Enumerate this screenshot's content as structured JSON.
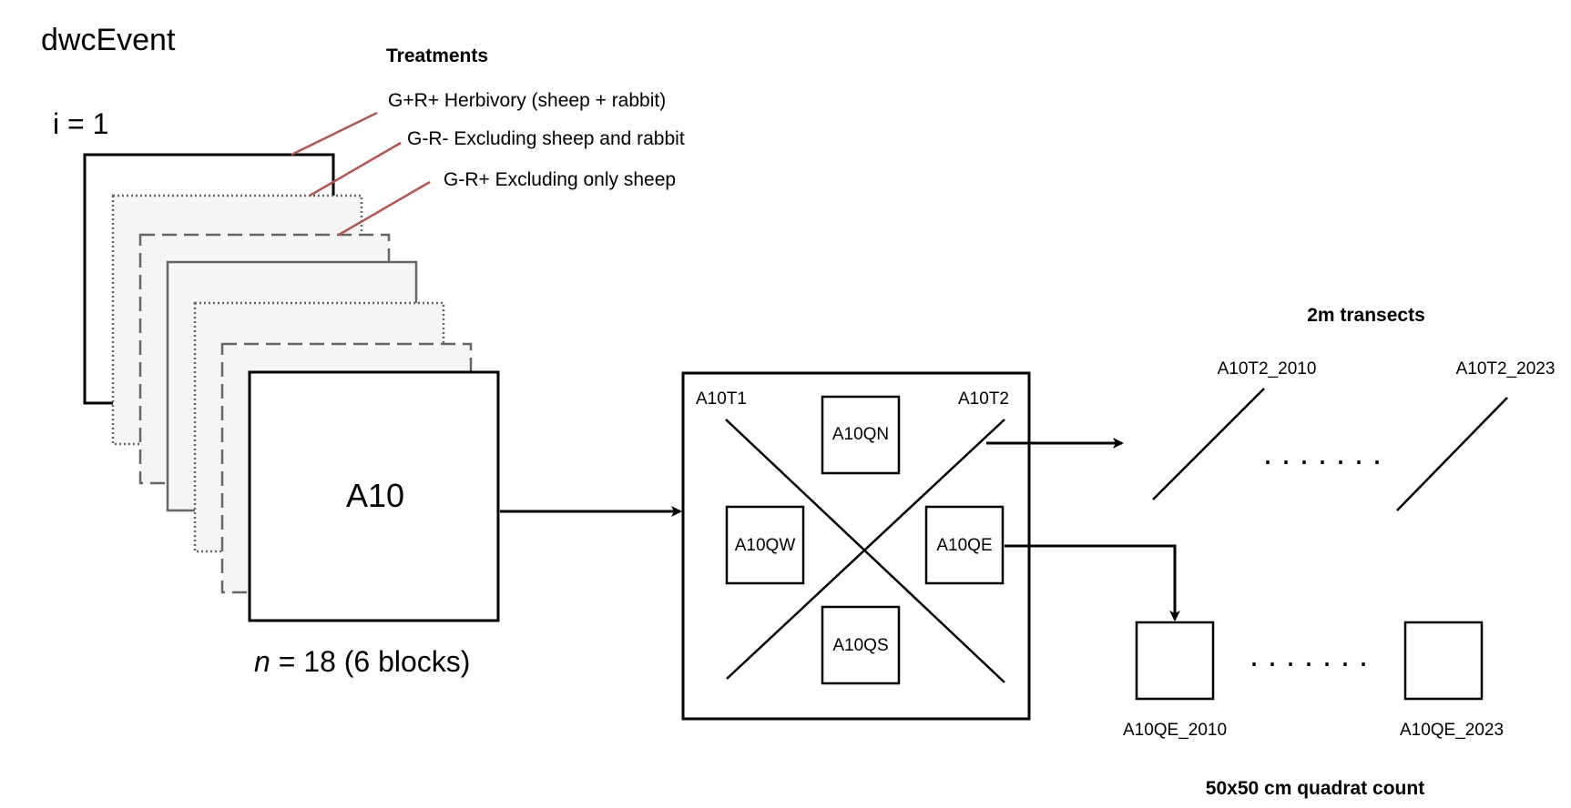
{
  "title": "dwcEvent",
  "index_label": "i = 1",
  "treatments": {
    "heading": "Treatments",
    "items": [
      "G+R+ Herbivory (sheep + rabbit)",
      "G-R- Excluding sheep and rabbit",
      "G-R+ Excluding only sheep"
    ]
  },
  "plot": {
    "label": "A10",
    "count_italic": "n",
    "count_rest": " = 18 (6 blocks)"
  },
  "plot_detail": {
    "transect_1": "A10T1",
    "transect_2": "A10T2",
    "quadrat_north": "A10QN",
    "quadrat_west": "A10QW",
    "quadrat_east": "A10QE",
    "quadrat_south": "A10QS"
  },
  "transects": {
    "heading": "2m transects",
    "first": "A10T2_2010",
    "last": "A10T2_2023",
    "ellipsis": ". . . . . . ."
  },
  "quadrats": {
    "heading": "50x50 cm quadrat count",
    "first": "A10QE_2010",
    "last": "A10QE_2023",
    "ellipsis": ". . . . . . ."
  },
  "colors": {
    "leader_line": "#b85450",
    "stack_fill": "#f5f5f5",
    "stack_border": "#666666",
    "stroke": "#000000"
  }
}
